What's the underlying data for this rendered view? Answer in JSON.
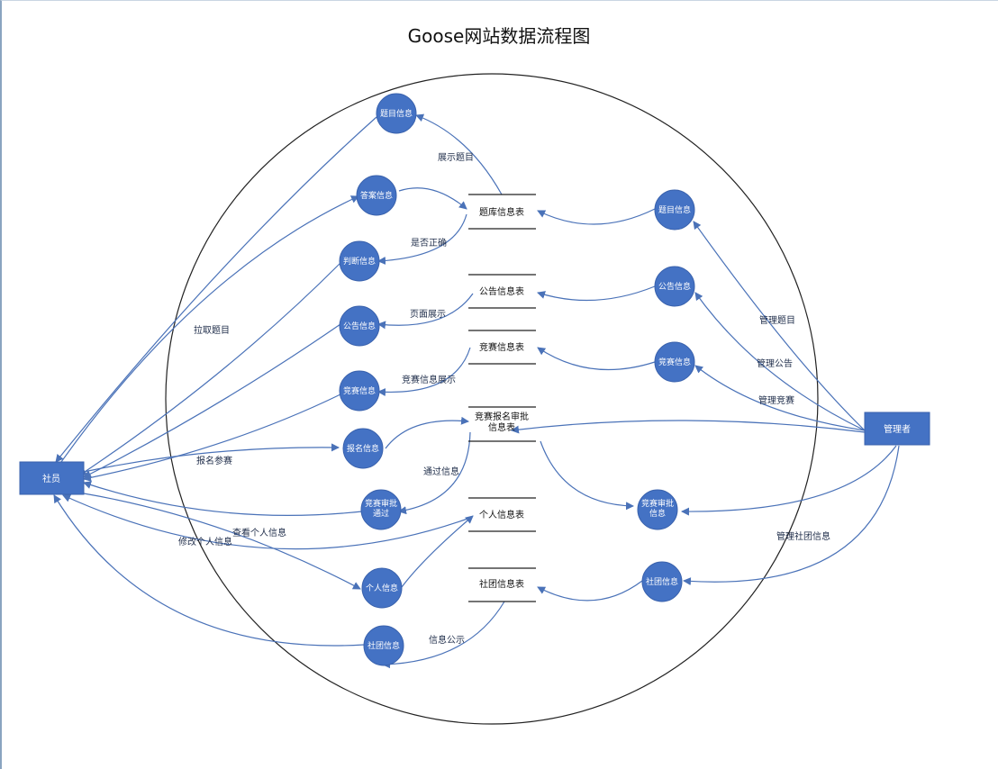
{
  "title": "Goose网站数据流程图",
  "colors": {
    "node": "#4472c4",
    "node_border": "#3a62ad",
    "edge": "#4a72b8",
    "text": "#1f2d4a"
  },
  "entities": {
    "member": "社员",
    "admin": "管理者"
  },
  "stores": {
    "question_table": "题库信息表",
    "notice_table": "公告信息表",
    "contest_table": "竞赛信息表",
    "approval_table": "竞赛报名审批信息表",
    "personal_table": "个人信息表",
    "club_table": "社团信息表"
  },
  "processes": {
    "question_info_left": "题目信息",
    "answer_info": "答案信息",
    "judge_info": "判断信息",
    "notice_info_left": "公告信息",
    "contest_info_left": "竞赛信息",
    "signup_info": "报名信息",
    "approval_pass": "竞赛审批通过",
    "personal_info": "个人信息",
    "club_info_left": "社团信息",
    "question_info_right": "题目信息",
    "notice_info_right": "公告信息",
    "contest_info_right": "竞赛信息",
    "approval_info_right": "竞赛审批信息",
    "club_info_right": "社团信息"
  },
  "flow_labels": {
    "show_questions": "展示题目",
    "is_correct": "是否正确",
    "get_questions": "拉取题目",
    "page_display": "页面展示",
    "contest_display": "竞赛信息展示",
    "signup": "报名参赛",
    "passed": "通过信息",
    "view_personal": "查看个人信息",
    "edit_personal": "修改个人信息",
    "publicize": "信息公示",
    "manage_questions": "管理题目",
    "manage_notices": "管理公告",
    "manage_contests": "管理竞赛",
    "manage_club": "管理社团信息"
  }
}
